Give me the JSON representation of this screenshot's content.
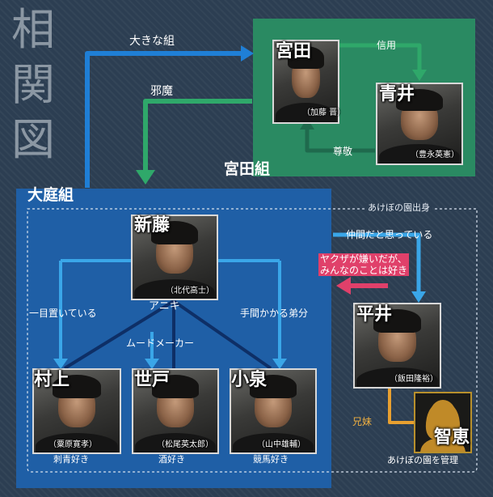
{
  "title": {
    "char1": "相",
    "char2": "関",
    "char3": "図"
  },
  "groups": {
    "miyata": {
      "label": "宮田組",
      "color": "#2a8a62"
    },
    "oniwa": {
      "label": "大庭組",
      "color": "#1f5fa6"
    },
    "akebono": {
      "label": "あけぼの園出身"
    }
  },
  "people": {
    "miyata": {
      "name": "宮田",
      "actor": "（加藤 晋）"
    },
    "aoi": {
      "name": "青井",
      "actor": "（豊永英憲）"
    },
    "shindo": {
      "name": "新藤",
      "actor": "（北代高士）",
      "role": "アニキ"
    },
    "murakami": {
      "name": "村上",
      "actor": "（粟原寛孝）",
      "note": "刺青好き"
    },
    "seto": {
      "name": "世戸",
      "actor": "（松尾英太郎）",
      "note": "酒好き"
    },
    "koizumi": {
      "name": "小泉",
      "actor": "（山中雄輔）",
      "note": "競馬好き"
    },
    "hirai": {
      "name": "平井",
      "actor": "（飯田隆裕）"
    },
    "tomoe": {
      "name": "智恵",
      "note": "あけぼの園を管理"
    }
  },
  "relations": {
    "big_group": "大きな組",
    "obstacle": "邪魔",
    "trust": "信用",
    "respect": "尊敬",
    "think_friend": "仲間だと思っている",
    "yakuza_line1": "ヤクザが嫌いだが、",
    "yakuza_line2": "みんなのことは好き",
    "keep_eye": "一目置いている",
    "mood_maker": "ムードメーカー",
    "troublesome": "手間かかる弟分",
    "siblings": "兄妹"
  },
  "colors": {
    "blue_arrow": "#1f7fd6",
    "light_blue_arrow": "#3aa6e8",
    "green_arrow": "#2fa86a",
    "pink_arrow": "#e0406a",
    "orange_line": "#e8a030",
    "dark_blue_line": "#0e2f66",
    "pink_label_bg": "#e0406a",
    "dark_green_arrow": "#1f6a4d"
  }
}
